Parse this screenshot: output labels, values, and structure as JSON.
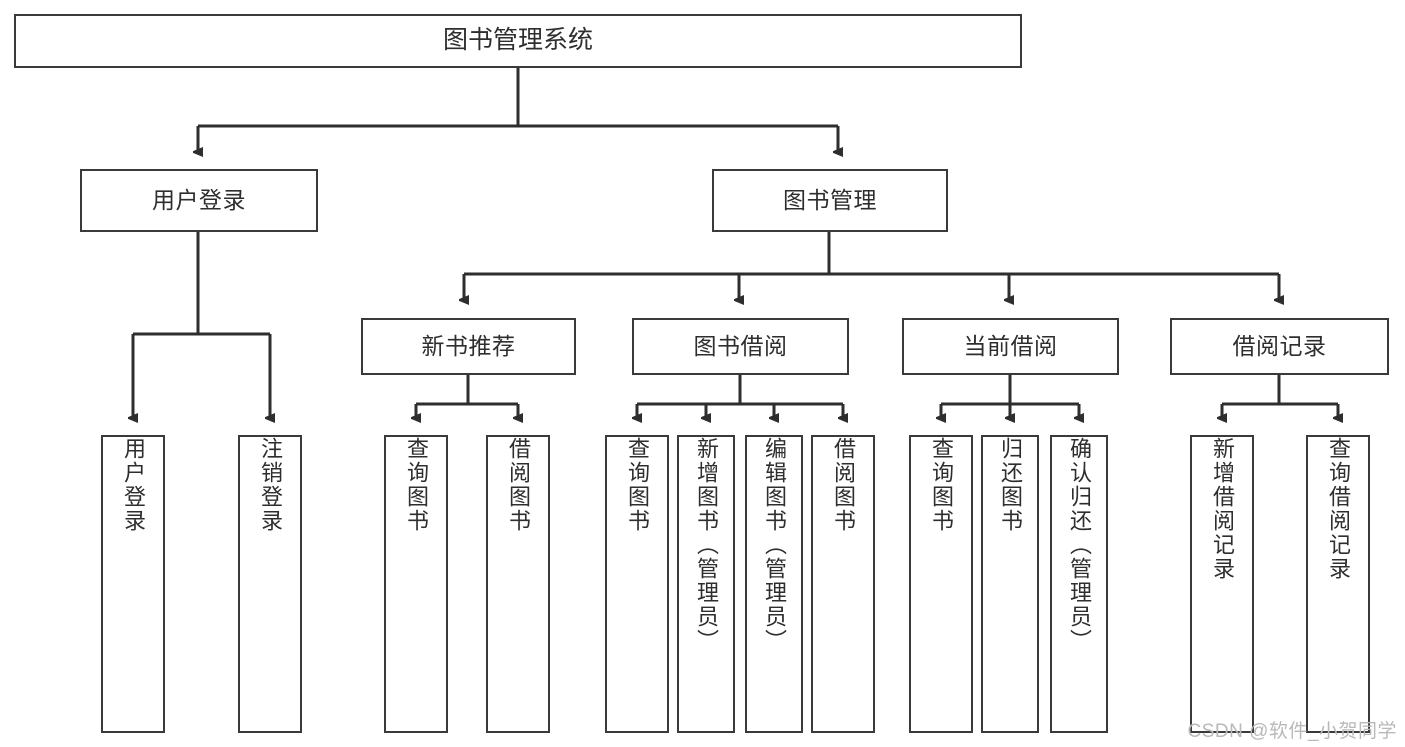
{
  "diagram": {
    "type": "tree",
    "title": "图书管理系统",
    "root": {
      "label": "图书管理系统"
    },
    "level2": [
      {
        "label": "用户登录"
      },
      {
        "label": "图书管理"
      }
    ],
    "level3": [
      {
        "label": "新书推荐"
      },
      {
        "label": "图书借阅"
      },
      {
        "label": "当前借阅"
      },
      {
        "label": "借阅记录"
      }
    ],
    "leaves": {
      "user_login": [
        {
          "label": "用户登录"
        },
        {
          "label": "注销登录"
        }
      ],
      "new_book_recommend": [
        {
          "label": "查询图书"
        },
        {
          "label": "借阅图书"
        }
      ],
      "book_borrow": [
        {
          "label": "查询图书"
        },
        {
          "label": "新增图书（管理员）"
        },
        {
          "label": "编辑图书（管理员）"
        },
        {
          "label": "借阅图书"
        }
      ],
      "current_borrow": [
        {
          "label": "查询图书"
        },
        {
          "label": "归还图书"
        },
        {
          "label": "确认归还（管理员）"
        }
      ],
      "borrow_record": [
        {
          "label": "新增借阅记录"
        },
        {
          "label": "查询借阅记录"
        }
      ]
    }
  },
  "watermark": {
    "text": "CSDN @软件_小贺同学"
  },
  "colors": {
    "border": "#3a3a3a",
    "text": "#2e2e2e",
    "background": "#ffffff",
    "watermark": "#b9b9b9"
  }
}
